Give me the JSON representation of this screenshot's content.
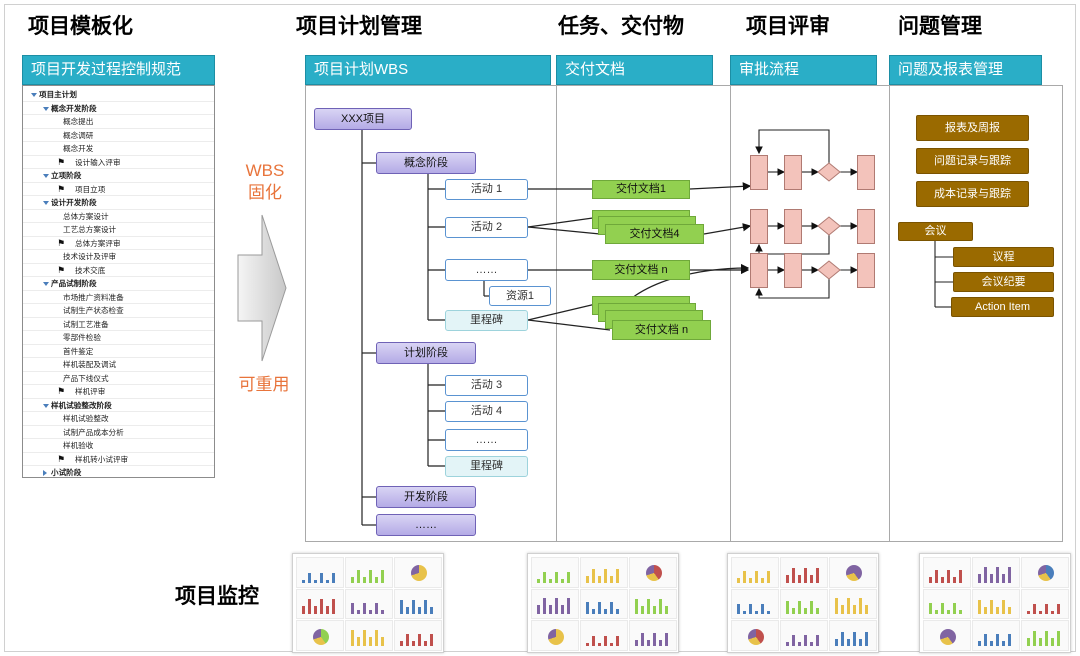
{
  "headings": {
    "template": "项目模板化",
    "plan": "项目计划管理",
    "task": "任务、交付物",
    "review": "项目评审",
    "issue": "问题管理",
    "monitor": "项目监控"
  },
  "column_headers": {
    "spec": "项目开发过程控制规范",
    "wbs": "项目计划WBS",
    "deliver": "交付文档",
    "approval": "审批流程",
    "report": "问题及报表管理"
  },
  "side_labels": {
    "wbs_line1": "WBS",
    "wbs_line2": "固化",
    "reuse": "可重用"
  },
  "tree": [
    {
      "label": "项目主计划",
      "level": 0,
      "bold": true,
      "marker": "down"
    },
    {
      "label": "概念开发阶段",
      "level": 1,
      "bold": true,
      "marker": "down"
    },
    {
      "label": "概念提出",
      "level": 2,
      "bold": false,
      "marker": ""
    },
    {
      "label": "概念调研",
      "level": 2,
      "bold": false,
      "marker": ""
    },
    {
      "label": "概念开发",
      "level": 2,
      "bold": false,
      "marker": ""
    },
    {
      "label": "设计输入评审",
      "level": 2,
      "bold": false,
      "marker": "flag"
    },
    {
      "label": "立项阶段",
      "level": 1,
      "bold": true,
      "marker": "down"
    },
    {
      "label": "项目立项",
      "level": 2,
      "bold": false,
      "marker": "flag"
    },
    {
      "label": "设计开发阶段",
      "level": 1,
      "bold": true,
      "marker": "down"
    },
    {
      "label": "总体方案设计",
      "level": 2,
      "bold": false,
      "marker": ""
    },
    {
      "label": "工艺总方案设计",
      "level": 2,
      "bold": false,
      "marker": ""
    },
    {
      "label": "总体方案评审",
      "level": 2,
      "bold": false,
      "marker": "flag"
    },
    {
      "label": "技术设计及评审",
      "level": 2,
      "bold": false,
      "marker": ""
    },
    {
      "label": "技术交底",
      "level": 2,
      "bold": false,
      "marker": "flag"
    },
    {
      "label": "产品试制阶段",
      "level": 1,
      "bold": true,
      "marker": "down"
    },
    {
      "label": "市场推广资料准备",
      "level": 2,
      "bold": false,
      "marker": ""
    },
    {
      "label": "试制生产状态检查",
      "level": 2,
      "bold": false,
      "marker": ""
    },
    {
      "label": "试制工艺准备",
      "level": 2,
      "bold": false,
      "marker": ""
    },
    {
      "label": "零部件检验",
      "level": 2,
      "bold": false,
      "marker": ""
    },
    {
      "label": "首件鉴定",
      "level": 2,
      "bold": false,
      "marker": ""
    },
    {
      "label": "样机装配及调试",
      "level": 2,
      "bold": false,
      "marker": ""
    },
    {
      "label": "产品下线仪式",
      "level": 2,
      "bold": false,
      "marker": ""
    },
    {
      "label": "样机评审",
      "level": 2,
      "bold": false,
      "marker": "flag"
    },
    {
      "label": "样机试验整改阶段",
      "level": 1,
      "bold": true,
      "marker": "down"
    },
    {
      "label": "样机试验整改",
      "level": 2,
      "bold": false,
      "marker": ""
    },
    {
      "label": "试制产品成本分析",
      "level": 2,
      "bold": false,
      "marker": ""
    },
    {
      "label": "样机验收",
      "level": 2,
      "bold": false,
      "marker": ""
    },
    {
      "label": "样机转小试评审",
      "level": 2,
      "bold": false,
      "marker": "flag"
    },
    {
      "label": "小试阶段",
      "level": 1,
      "bold": true,
      "marker": "right"
    }
  ],
  "wbs": {
    "root": "XXX项目",
    "phase_concept": "概念阶段",
    "activity1": "活动 1",
    "activity2": "活动 2",
    "activity_more": "……",
    "resource": "资源1",
    "milestone1": "里程碑",
    "phase_plan": "计划阶段",
    "activity3": "活动 3",
    "activity4": "活动 4",
    "activity_more2": "……",
    "milestone2": "里程碑",
    "phase_dev": "开发阶段",
    "phase_more": "……"
  },
  "deliverables": {
    "doc1": "交付文档1",
    "doc4": "交付文档4",
    "docn_single": "交付文档 n",
    "docn_stack": "交付文档 n"
  },
  "report_items": {
    "report": "报表及周报",
    "issue_track": "问题记录与跟踪",
    "cost_track": "成本记录与跟踪",
    "meeting": "会议",
    "agenda": "议程",
    "minutes": "会议纪要",
    "action": "Action Item"
  },
  "colors": {
    "header_bg": "#2aaec7",
    "accent_orange": "#e8743b",
    "phase_purple": "#b4abe6",
    "deliverable_green": "#92d050",
    "report_brown": "#9a6a00",
    "approval_pink": "#f3c3bb"
  },
  "dashboards": [
    "dashboard-thumbnail",
    "dashboard-thumbnail",
    "dashboard-thumbnail",
    "dashboard-thumbnail"
  ]
}
